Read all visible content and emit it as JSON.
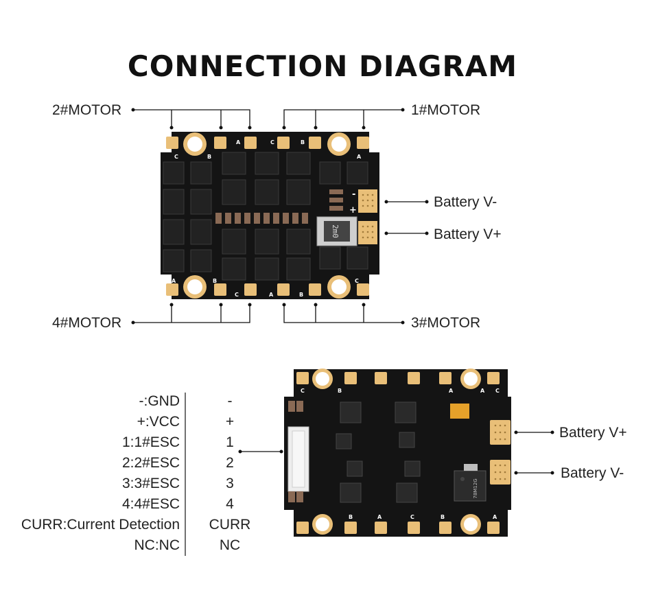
{
  "title": "CONNECTION DIAGRAM",
  "top_board": {
    "motor_labels": {
      "m2": "2#MOTOR",
      "m1": "1#MOTOR",
      "m4": "4#MOTOR",
      "m3": "3#MOTOR"
    },
    "battery_minus": "Battery V-",
    "battery_plus": "Battery V+",
    "pad_letters_top": [
      "C",
      "B",
      "A",
      "C",
      "B",
      "A"
    ],
    "pad_letters_bottom": [
      "A",
      "B",
      "C",
      "A",
      "B",
      "C"
    ],
    "sign_minus": "-",
    "sign_plus": "+",
    "resistor_mark": "2m0"
  },
  "bottom_board": {
    "battery_plus": "Battery V+",
    "battery_minus": "Battery V-",
    "chip_mark": "78M12G",
    "pad_letters_top": [
      "C",
      "B",
      "A",
      "A",
      "C"
    ],
    "pad_letters_bottom": [
      "B",
      "A",
      "C",
      "B",
      "A"
    ]
  },
  "pinout": {
    "definitions": [
      "-:GND",
      "+:VCC",
      "1:1#ESC",
      "2:2#ESC",
      "3:3#ESC",
      "4:4#ESC",
      "CURR:Current Detection",
      "NC:NC"
    ],
    "pins": [
      "-",
      "+",
      "1",
      "2",
      "3",
      "4",
      "CURR",
      "NC"
    ]
  },
  "colors": {
    "board": "#141414",
    "pad": "#e9bf78",
    "line": "#111111"
  }
}
